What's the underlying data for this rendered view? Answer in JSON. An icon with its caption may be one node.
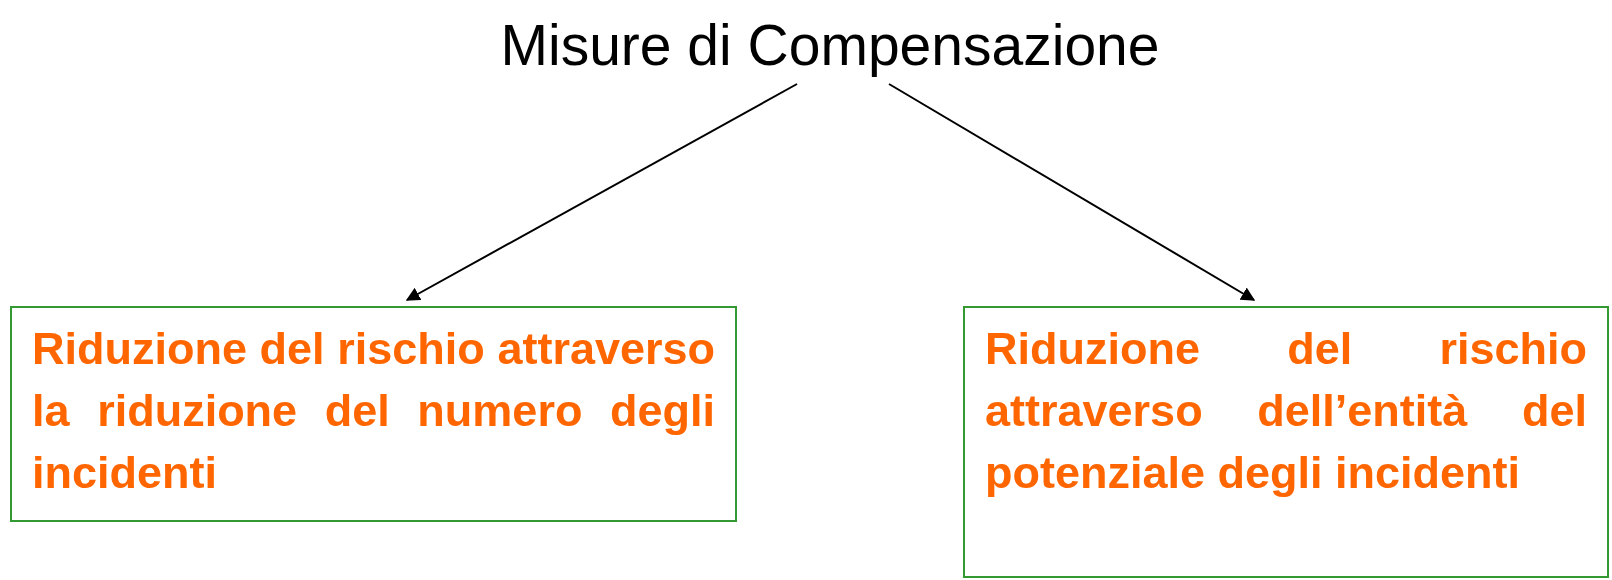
{
  "diagram": {
    "nodes": [
      {
        "text": [
          "Misure di Compensazione"
        ]
      },
      {
        "text": [
          "Riduzione del rischio attraverso la riduzione del numero degli incidenti"
        ]
      },
      {
        "text": [
          "Riduzione del rischio attraverso dell’entità del potenziale degli incidenti"
        ]
      }
    ],
    "edges": [
      {
        "from": 0,
        "to": 1,
        "arrow": "to"
      },
      {
        "from": 0,
        "to": 2,
        "arrow": "to"
      }
    ]
  }
}
